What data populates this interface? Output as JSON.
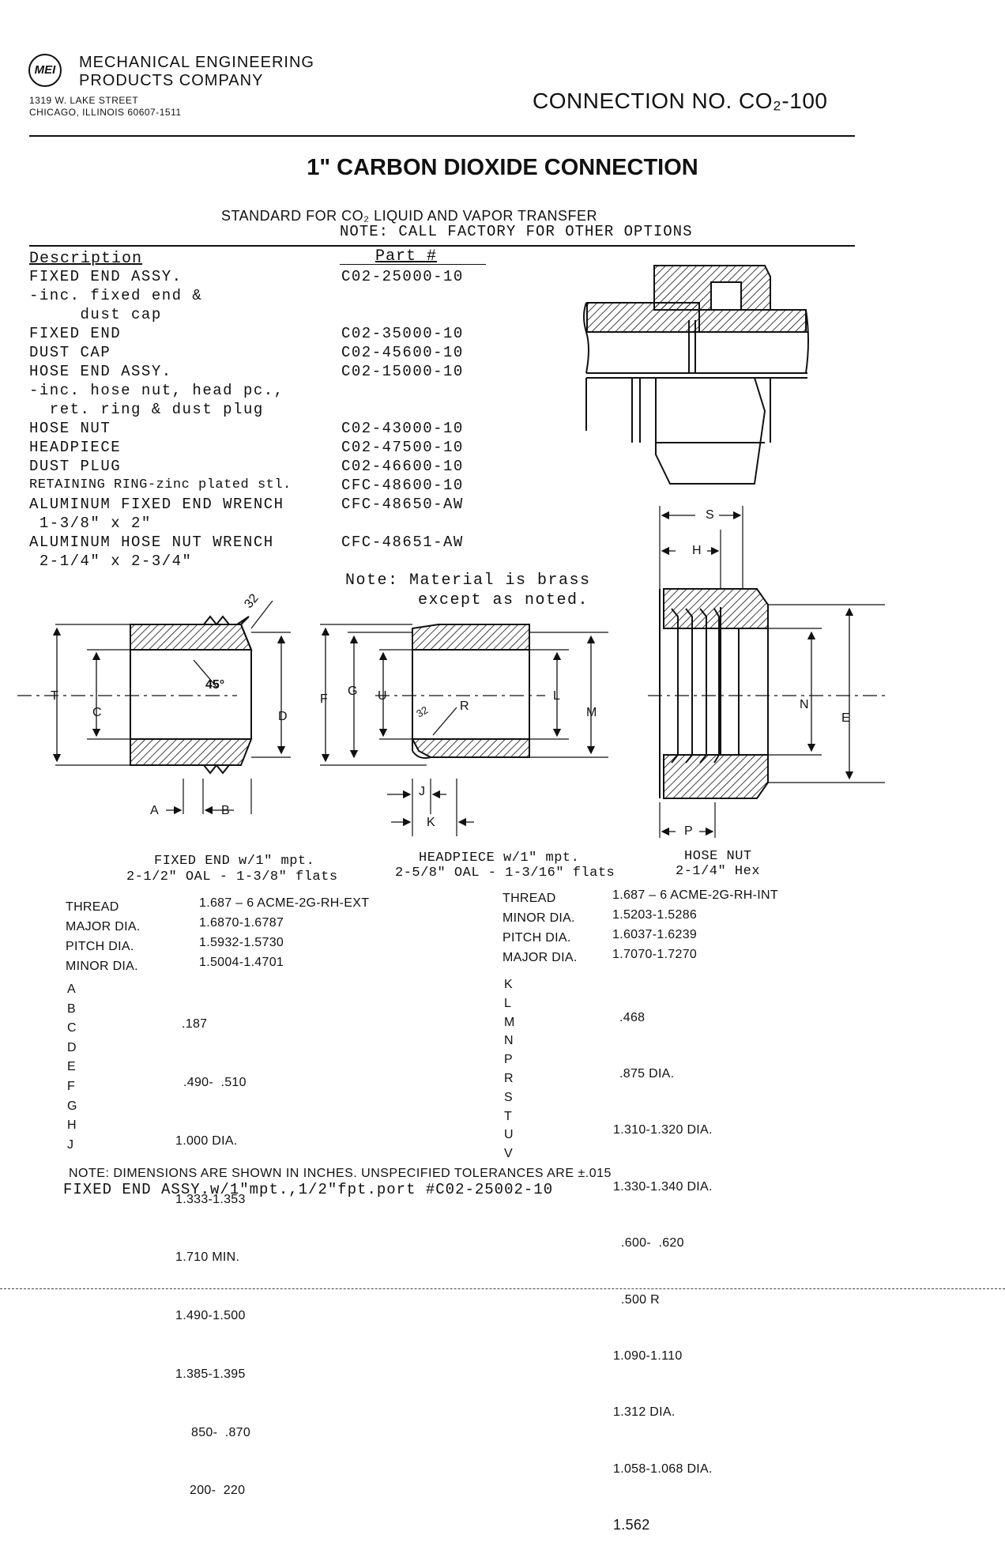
{
  "header": {
    "logo_text": "MEI",
    "company_line1": "MECHANICAL ENGINEERING",
    "company_line2": "PRODUCTS COMPANY",
    "address_line1": "1319 W. LAKE STREET",
    "address_line2": "CHICAGO, ILLINOIS 60607-1511",
    "connection_no": "CONNECTION NO. CO₂-100"
  },
  "title": "1\" CARBON DIOXIDE CONNECTION",
  "standard_line": "STANDARD FOR CO₂ LIQUID AND VAPOR TRANSFER",
  "options_note": "NOTE: CALL FACTORY FOR OTHER OPTIONS",
  "parts_table": {
    "col_description": "Description",
    "col_part": "Part #",
    "rows": [
      {
        "desc": "FIXED END ASSY.",
        "part": "C02-25000-10"
      },
      {
        "desc": "-inc. fixed end &",
        "part": ""
      },
      {
        "desc": "     dust cap",
        "part": ""
      },
      {
        "desc": "FIXED END",
        "part": "C02-35000-10"
      },
      {
        "desc": "DUST CAP",
        "part": "C02-45600-10"
      },
      {
        "desc": "HOSE END ASSY.",
        "part": "C02-15000-10"
      },
      {
        "desc": "-inc. hose nut, head pc.,",
        "part": ""
      },
      {
        "desc": "  ret. ring & dust plug",
        "part": ""
      },
      {
        "desc": "HOSE NUT",
        "part": "C02-43000-10"
      },
      {
        "desc": "HEADPIECE",
        "part": "C02-47500-10"
      },
      {
        "desc": "DUST PLUG",
        "part": "C02-46600-10"
      },
      {
        "desc": "RETAINING RING-zinc plated stl.",
        "part": "CFC-48600-10"
      },
      {
        "desc": "ALUMINUM FIXED END WRENCH",
        "part": "CFC-48650-AW"
      },
      {
        "desc": " 1-3/8\" x 2\"",
        "part": ""
      },
      {
        "desc": "ALUMINUM HOSE NUT WRENCH",
        "part": "CFC-48651-AW"
      },
      {
        "desc": " 2-1/4\" x 2-3/4\"",
        "part": ""
      }
    ]
  },
  "material_note_line1": "Note: Material is brass",
  "material_note_line2": "except as noted.",
  "captions": {
    "fixed_end_1": "FIXED END w/1\" mpt.",
    "fixed_end_2": "2-1/2\" OAL - 1-3/8\" flats",
    "headpiece_1": "HEADPIECE w/1\" mpt.",
    "headpiece_2": "2-5/8\" OAL - 1-3/16\" flats",
    "hose_nut_1": "HOSE NUT",
    "hose_nut_2": "2-1/4\" Hex"
  },
  "drawing_labels": {
    "T": "T",
    "C": "C",
    "D": "D",
    "A": "A",
    "B": "B",
    "angle": "45°",
    "finish": "32",
    "F": "F",
    "G": "G",
    "U": "U",
    "L": "L",
    "M": "M",
    "R": "R",
    "J": "J",
    "K": "K",
    "finish2": "32",
    "S": "S",
    "H": "H",
    "N": "N",
    "E": "E",
    "P": "P"
  },
  "ext_thread": {
    "rows": [
      {
        "label": "THREAD",
        "value": "1.687 – 6 ACME-2G-RH-EXT"
      },
      {
        "label": "MAJOR DIA.",
        "value": "1.6870-1.6787"
      },
      {
        "label": "PITCH DIA.",
        "value": "1.5932-1.5730"
      },
      {
        "label": "MINOR DIA.",
        "value": "1.5004-1.4701"
      }
    ]
  },
  "int_thread": {
    "rows": [
      {
        "label": "THREAD",
        "value": "1.687 – 6 ACME-2G-RH-INT"
      },
      {
        "label": "MINOR DIA.",
        "value": "1.5203-1.5286"
      },
      {
        "label": "PITCH DIA.",
        "value": "1.6037-1.6239"
      },
      {
        "label": "MAJOR DIA.",
        "value": "1.7070-1.7270"
      }
    ]
  },
  "dims_left": [
    {
      "label": "A",
      "value": ".187"
    },
    {
      "label": "B",
      "value": ".490-  .510"
    },
    {
      "label": "C",
      "value": "1.000 DIA."
    },
    {
      "label": "D",
      "value": "1.333-1.353"
    },
    {
      "label": "E",
      "value": "1.710 MIN."
    },
    {
      "label": "F",
      "value": "1.490-1.500"
    },
    {
      "label": "G",
      "value": "1.385-1.395"
    },
    {
      "label": "H",
      "value": "850-  .870"
    },
    {
      "label": "J",
      "value": "200-  220"
    }
  ],
  "dims_right": [
    {
      "label": "K",
      "value": ".468"
    },
    {
      "label": "L",
      "value": ".875 DIA."
    },
    {
      "label": "M",
      "value": "1.310-1.320 DIA."
    },
    {
      "label": "N",
      "value": "1.330-1.340 DIA."
    },
    {
      "label": "P",
      "value": ".600-  .620"
    },
    {
      "label": "R",
      "value": ".500 R"
    },
    {
      "label": "S",
      "value": "1.090-1.110"
    },
    {
      "label": "T",
      "value": "1.312 DIA."
    },
    {
      "label": "U",
      "value": "1.058-1.068 DIA."
    },
    {
      "label": "V",
      "value": "1.562"
    }
  ],
  "bottom_note": "NOTE: DIMENSIONS ARE SHOWN IN INCHES. UNSPECIFIED TOLERANCES ARE ±.015",
  "bottom_note2": "FIXED END ASSY.w/1\"mpt.,1/2\"fpt.port   #C02-25002-10"
}
